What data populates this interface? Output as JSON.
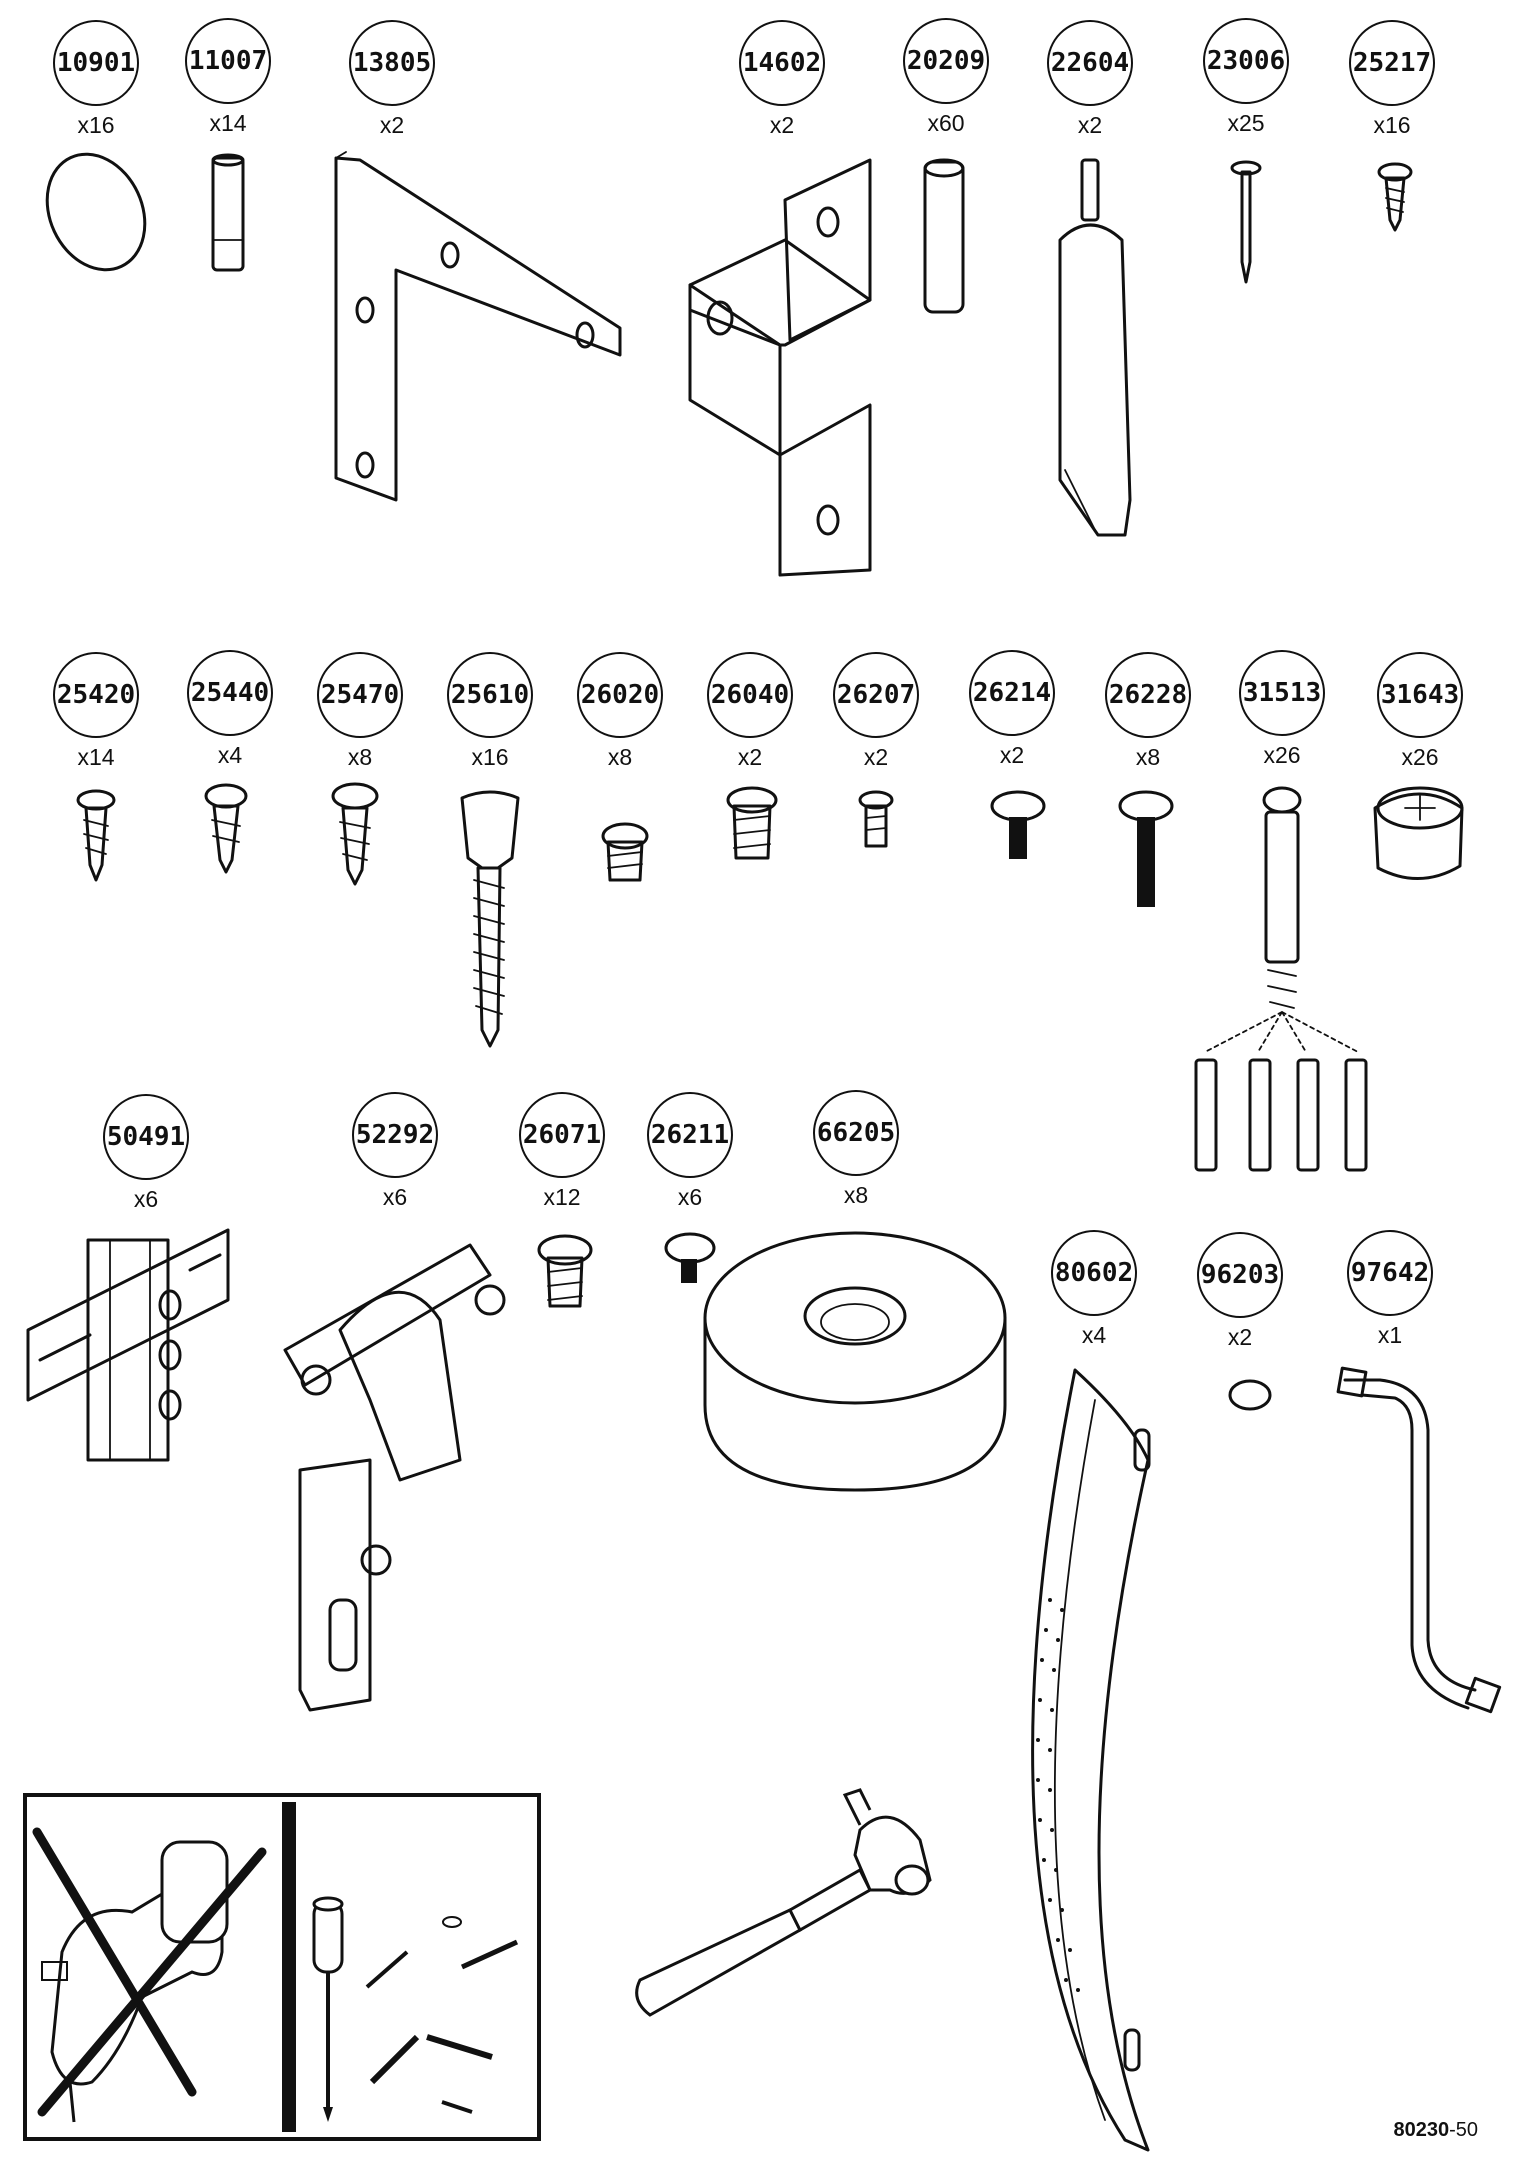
{
  "parts": [
    {
      "id": "10901",
      "qty": "x16"
    },
    {
      "id": "11007",
      "qty": "x14"
    },
    {
      "id": "13805",
      "qty": "x2"
    },
    {
      "id": "14602",
      "qty": "x2"
    },
    {
      "id": "20209",
      "qty": "x60"
    },
    {
      "id": "22604",
      "qty": "x2"
    },
    {
      "id": "23006",
      "qty": "x25"
    },
    {
      "id": "25217",
      "qty": "x16"
    },
    {
      "id": "25420",
      "qty": "x14"
    },
    {
      "id": "25440",
      "qty": "x4"
    },
    {
      "id": "25470",
      "qty": "x8"
    },
    {
      "id": "25610",
      "qty": "x16"
    },
    {
      "id": "26020",
      "qty": "x8"
    },
    {
      "id": "26040",
      "qty": "x2"
    },
    {
      "id": "26207",
      "qty": "x2"
    },
    {
      "id": "26214",
      "qty": "x2"
    },
    {
      "id": "26228",
      "qty": "x8"
    },
    {
      "id": "31513",
      "qty": "x26"
    },
    {
      "id": "31643",
      "qty": "x26"
    },
    {
      "id": "50491",
      "qty": "x6"
    },
    {
      "id": "52292",
      "qty": "x6"
    },
    {
      "id": "26071",
      "qty": "x12"
    },
    {
      "id": "26211",
      "qty": "x6"
    },
    {
      "id": "66205",
      "qty": "x8"
    },
    {
      "id": "80602",
      "qty": "x4"
    },
    {
      "id": "96203",
      "qty": "x2"
    },
    {
      "id": "97642",
      "qty": "x1"
    }
  ],
  "doc_code": {
    "bold": "80230",
    "rest": "-50"
  },
  "icons": [
    "no-power-drill-icon",
    "screwdriver-icon",
    "hammer-icon"
  ]
}
